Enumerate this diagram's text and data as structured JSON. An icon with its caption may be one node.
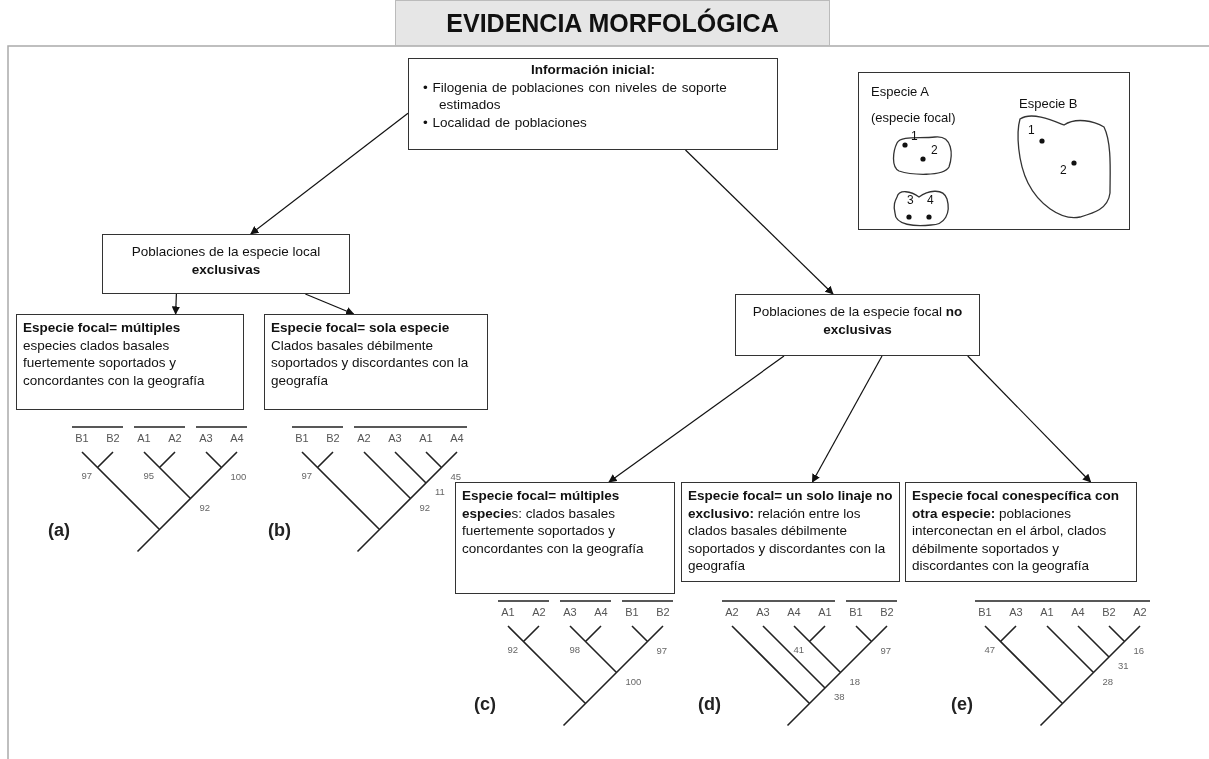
{
  "diagram": {
    "title": "EVIDENCIA MORFOLÓGICA",
    "nodes": [
      {
        "text": [
          "Información inicial:",
          "• Filogenia de poblaciones con niveles de soporte estimados",
          "• Localidad de poblaciones"
        ]
      },
      {
        "text": [
          "Especie A (especie focal)",
          "Especie B"
        ]
      },
      {
        "text": [
          "1",
          "2"
        ],
        "in": 1
      },
      {
        "text": [
          "3",
          "4"
        ],
        "in": 1
      },
      {
        "text": [
          "1",
          "2"
        ],
        "in": 1
      },
      {
        "text": [
          "Poblaciones de la especie local **exclusivas**"
        ]
      },
      {
        "text": [
          "**Especie focal= múltiples** especies clados basales fuertemente soportados y concordantes con la geografía"
        ]
      },
      {
        "text": [
          "**Especie focal= sola especie** Clados basales débilmente soportados y discordantes con la geografía"
        ]
      },
      {
        "text": [
          "Poblaciones de la especie focal **no exclusivas**"
        ]
      },
      {
        "text": [
          "**Especie focal= múltiples especie**s: clados basales fuertemente soportados y concordantes con la geografía"
        ]
      },
      {
        "text": [
          "**Especie focal= un solo linaje no exclusivo:** relación entre los clados basales débilmente soportados y discordantes con la geografía"
        ]
      },
      {
        "text": [
          "**Especie focal conespecífica con otra especie:** poblaciones interconectan en el árbol, clados débilmente soportados y discordantes con la geografía"
        ]
      }
    ],
    "edges": [
      {
        "from": 0,
        "to": 5,
        "arrow": "to"
      },
      {
        "from": 0,
        "to": 8,
        "arrow": "to"
      },
      {
        "from": 5,
        "to": 6,
        "arrow": "to"
      },
      {
        "from": 5,
        "to": 7,
        "arrow": "to"
      },
      {
        "from": 8,
        "to": 9,
        "arrow": "to"
      },
      {
        "from": 8,
        "to": 10,
        "arrow": "to"
      },
      {
        "from": 8,
        "to": 11,
        "arrow": "to"
      }
    ],
    "labels": [
      "B1",
      "B2",
      "A1",
      "A2",
      "A3",
      "A4",
      "97",
      "95",
      "100",
      "92",
      "(a)",
      "B1",
      "B2",
      "A2",
      "A3",
      "A1",
      "A4",
      "97",
      "45",
      "11",
      "92",
      "(b)",
      "A1",
      "A2",
      "A3",
      "A4",
      "B1",
      "B2",
      "92",
      "98",
      "97",
      "100",
      "(c)",
      "A2",
      "A3",
      "A4",
      "A1",
      "B1",
      "B2",
      "41",
      "97",
      "18",
      "38",
      "(d)",
      "B1",
      "A3",
      "A1",
      "A4",
      "B2",
      "A2",
      "47",
      "16",
      "31",
      "28",
      "(e)"
    ]
  }
}
